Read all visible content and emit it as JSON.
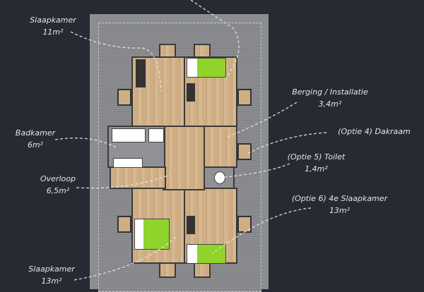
{
  "labels": [
    {
      "name": "Slaapkamer",
      "area": "11m²"
    },
    {
      "name": "Badkamer",
      "area": "6m²"
    },
    {
      "name": "Overloop",
      "area": "6,5m²"
    },
    {
      "name": "Slaapkamer",
      "area": "13m²"
    },
    {
      "name": "Berging / Installatie",
      "area": "3,4m²"
    },
    {
      "name": "(Optie 4) Dakraam"
    },
    {
      "name": "(Optie 5) Toilet",
      "area": "1,4m²"
    },
    {
      "name": "(Optie 6) 4e Slaapkamer",
      "area": "13m²"
    }
  ],
  "colors": {
    "background": "#272a32",
    "roof": "#8b8d90",
    "floor": "#cfae86",
    "accent": "#8fd32b"
  }
}
